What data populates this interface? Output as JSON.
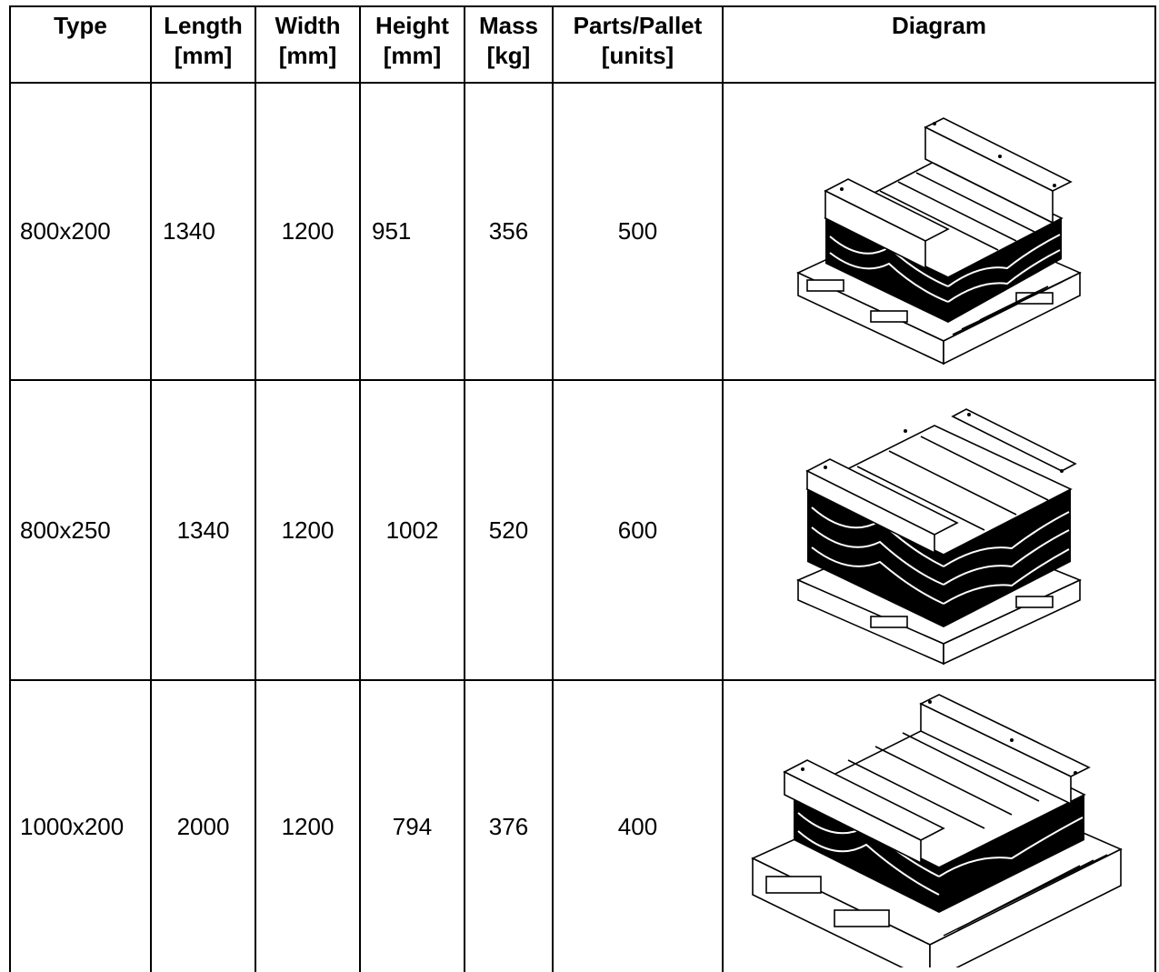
{
  "table": {
    "headers": [
      {
        "line1": "Type",
        "line2": ""
      },
      {
        "line1": "Length",
        "line2": "[mm]"
      },
      {
        "line1": "Width",
        "line2": "[mm]"
      },
      {
        "line1": "Height",
        "line2": "[mm]"
      },
      {
        "line1": "Mass",
        "line2": "[kg]"
      },
      {
        "line1": "Parts/Pallet",
        "line2": "[units]"
      },
      {
        "line1": "Diagram",
        "line2": ""
      }
    ],
    "rows": [
      {
        "type": "800x200",
        "length": "1340",
        "width": "1200",
        "height": "951",
        "mass": "356",
        "parts": "500",
        "diagram_icon": "pallet-stack-icon"
      },
      {
        "type": "800x250",
        "length": "1340",
        "width": "1200",
        "height": "1002",
        "mass": "520",
        "parts": "600",
        "diagram_icon": "pallet-stack-icon"
      },
      {
        "type": "1000x200",
        "length": "2000",
        "width": "1200",
        "height": "794",
        "mass": "376",
        "parts": "400",
        "diagram_icon": "pallet-stack-icon"
      }
    ]
  },
  "colors": {
    "ink": "#000000",
    "paper": "#ffffff"
  }
}
